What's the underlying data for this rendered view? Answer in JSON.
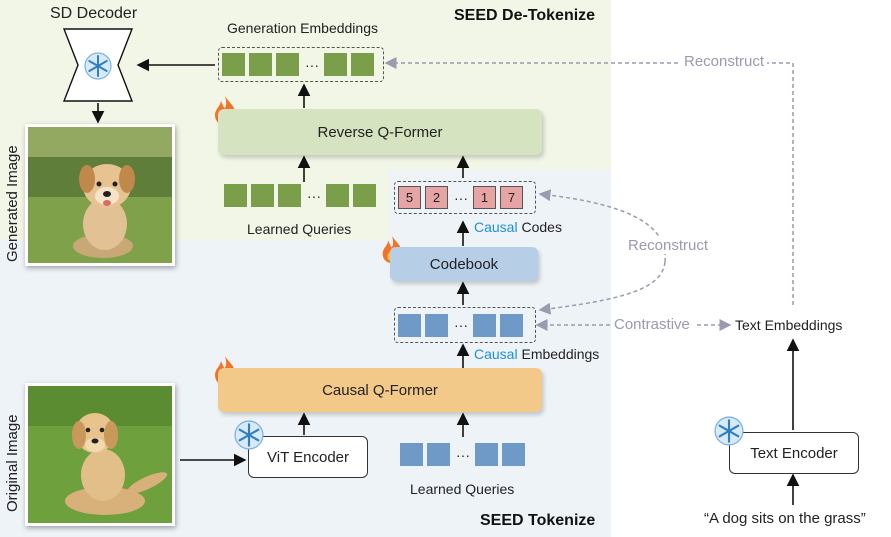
{
  "titles": {
    "detokenize": "SEED De-Tokenize",
    "tokenize": "SEED Tokenize"
  },
  "labels": {
    "sd_decoder": "SD Decoder",
    "generation_embeddings": "Generation Embeddings",
    "reverse_qformer": "Reverse Q-Former",
    "learned_queries_top": "Learned Queries",
    "causal_word_codes": "Causal",
    "codes": "Codes",
    "codebook": "Codebook",
    "causal_word_embeddings": "Causal",
    "embeddings": "Embeddings",
    "causal_qformer": "Causal Q-Former",
    "vit_encoder": "ViT Encoder",
    "learned_queries_bottom": "Learned Queries",
    "text_embeddings": "Text Embeddings",
    "text_encoder": "Text Encoder",
    "caption": "“A dog sits on the grass”",
    "generated_image": "Generated Image",
    "original_image": "Original Image",
    "reconstruct_top": "Reconstruct",
    "reconstruct_mid": "Reconstruct",
    "contrastive": "Contrastive",
    "ellipsis": "···"
  },
  "codes": [
    "5",
    "2",
    "1",
    "7"
  ],
  "icons": {
    "frozen": "snowflake-icon",
    "trainable": "fire-icon"
  },
  "colors": {
    "green_token": "#7a9e4a",
    "blue_token": "#6f9ac7",
    "code_token": "#e6a4a4",
    "reverse_qformer": "#d5e3c0",
    "codebook": "#b6cfe6",
    "causal_qformer": "#f3c98a",
    "accent_text": "#1e8fd8",
    "dashed_line": "#9a9ab0"
  }
}
